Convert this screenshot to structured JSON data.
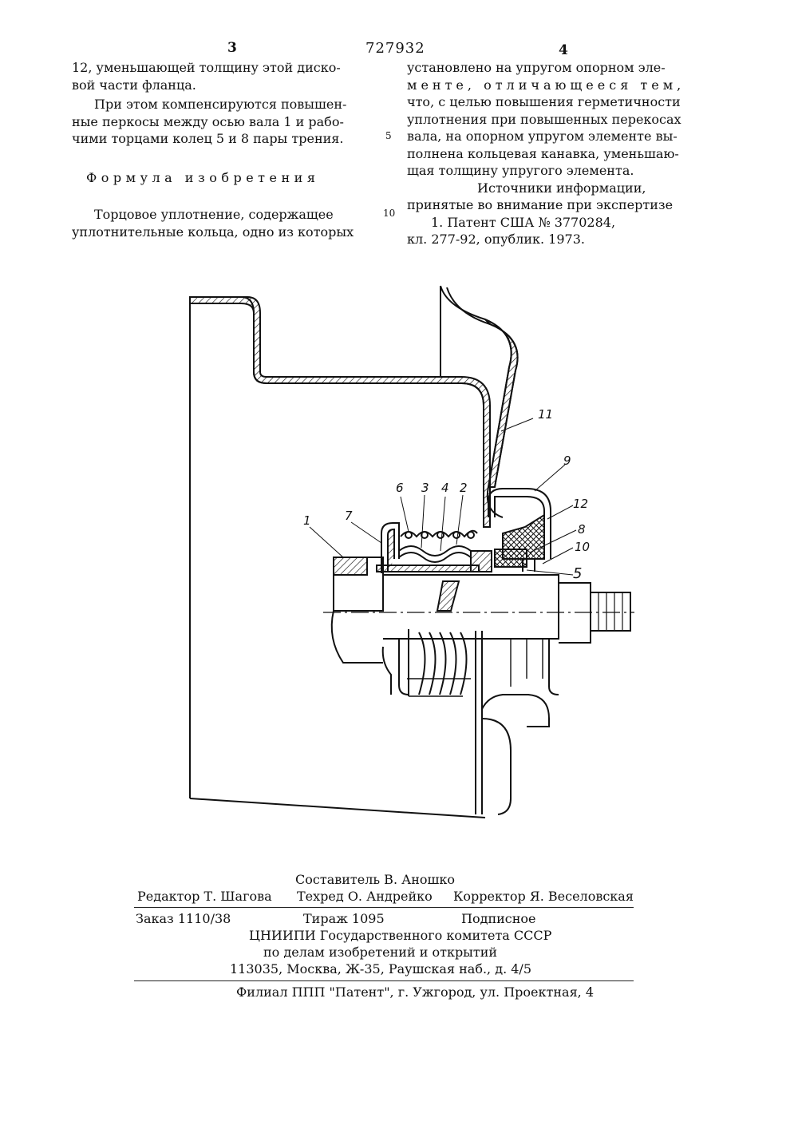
{
  "header": {
    "page_left": "3",
    "doc_number": "727932",
    "page_right": "4"
  },
  "left_column": {
    "para1": [
      "12, уменьшающей толщину этой диско-",
      "вой части фланца."
    ],
    "para2": [
      "При этом компенсируются повышен-",
      "ные перкосы между осью вала 1 и рабо-",
      "чими торцами колец 5 и 8 пары трения."
    ],
    "formula_heading": "Формула изобретения",
    "claim": [
      "Торцовое уплотнение, содержащее",
      "уплотнительные кольца, одно из которых"
    ]
  },
  "line_numbers": [
    "5",
    "10"
  ],
  "right_column": {
    "claim_cont": [
      "установлено на упругом опорном эле-",
      "менте, отличающееся тем,",
      "что, с целью повышения герметичности",
      "уплотнения при повышенных перекосах",
      "вала, на опорном упругом элементе вы-",
      "полнена кольцевая канавка, уменьшаю-",
      "щая толщину упругого элемента."
    ],
    "sources_heading": "Источники информации,",
    "sources_sub": "принятые во внимание при экспертизе",
    "source1": [
      "1. Патент США № 3770284,",
      "кл. 277-92, опублик. 1973."
    ]
  },
  "figure": {
    "labels": [
      "1",
      "7",
      "6",
      "3",
      "4",
      "2",
      "11",
      "9",
      "12",
      "8",
      "10",
      "5"
    ]
  },
  "footer": {
    "compiler": "Составитель В. Аношко",
    "editor": "Редактор Т. Шагова",
    "techred": "Техред О. Андрейко",
    "corrector": "Корректор Я. Веселовская",
    "order": "Заказ 1110/38",
    "circulation": "Тираж 1095",
    "subscription": "Подписное",
    "org1": "ЦНИИПИ Государственного комитета СССР",
    "org2": "по делам изобретений и открытий",
    "address": "113035, Москва, Ж-35, Раушская наб., д. 4/5",
    "branch": "Филиал ППП \"Патент\", г. Ужгород, ул. Проектная, 4"
  }
}
